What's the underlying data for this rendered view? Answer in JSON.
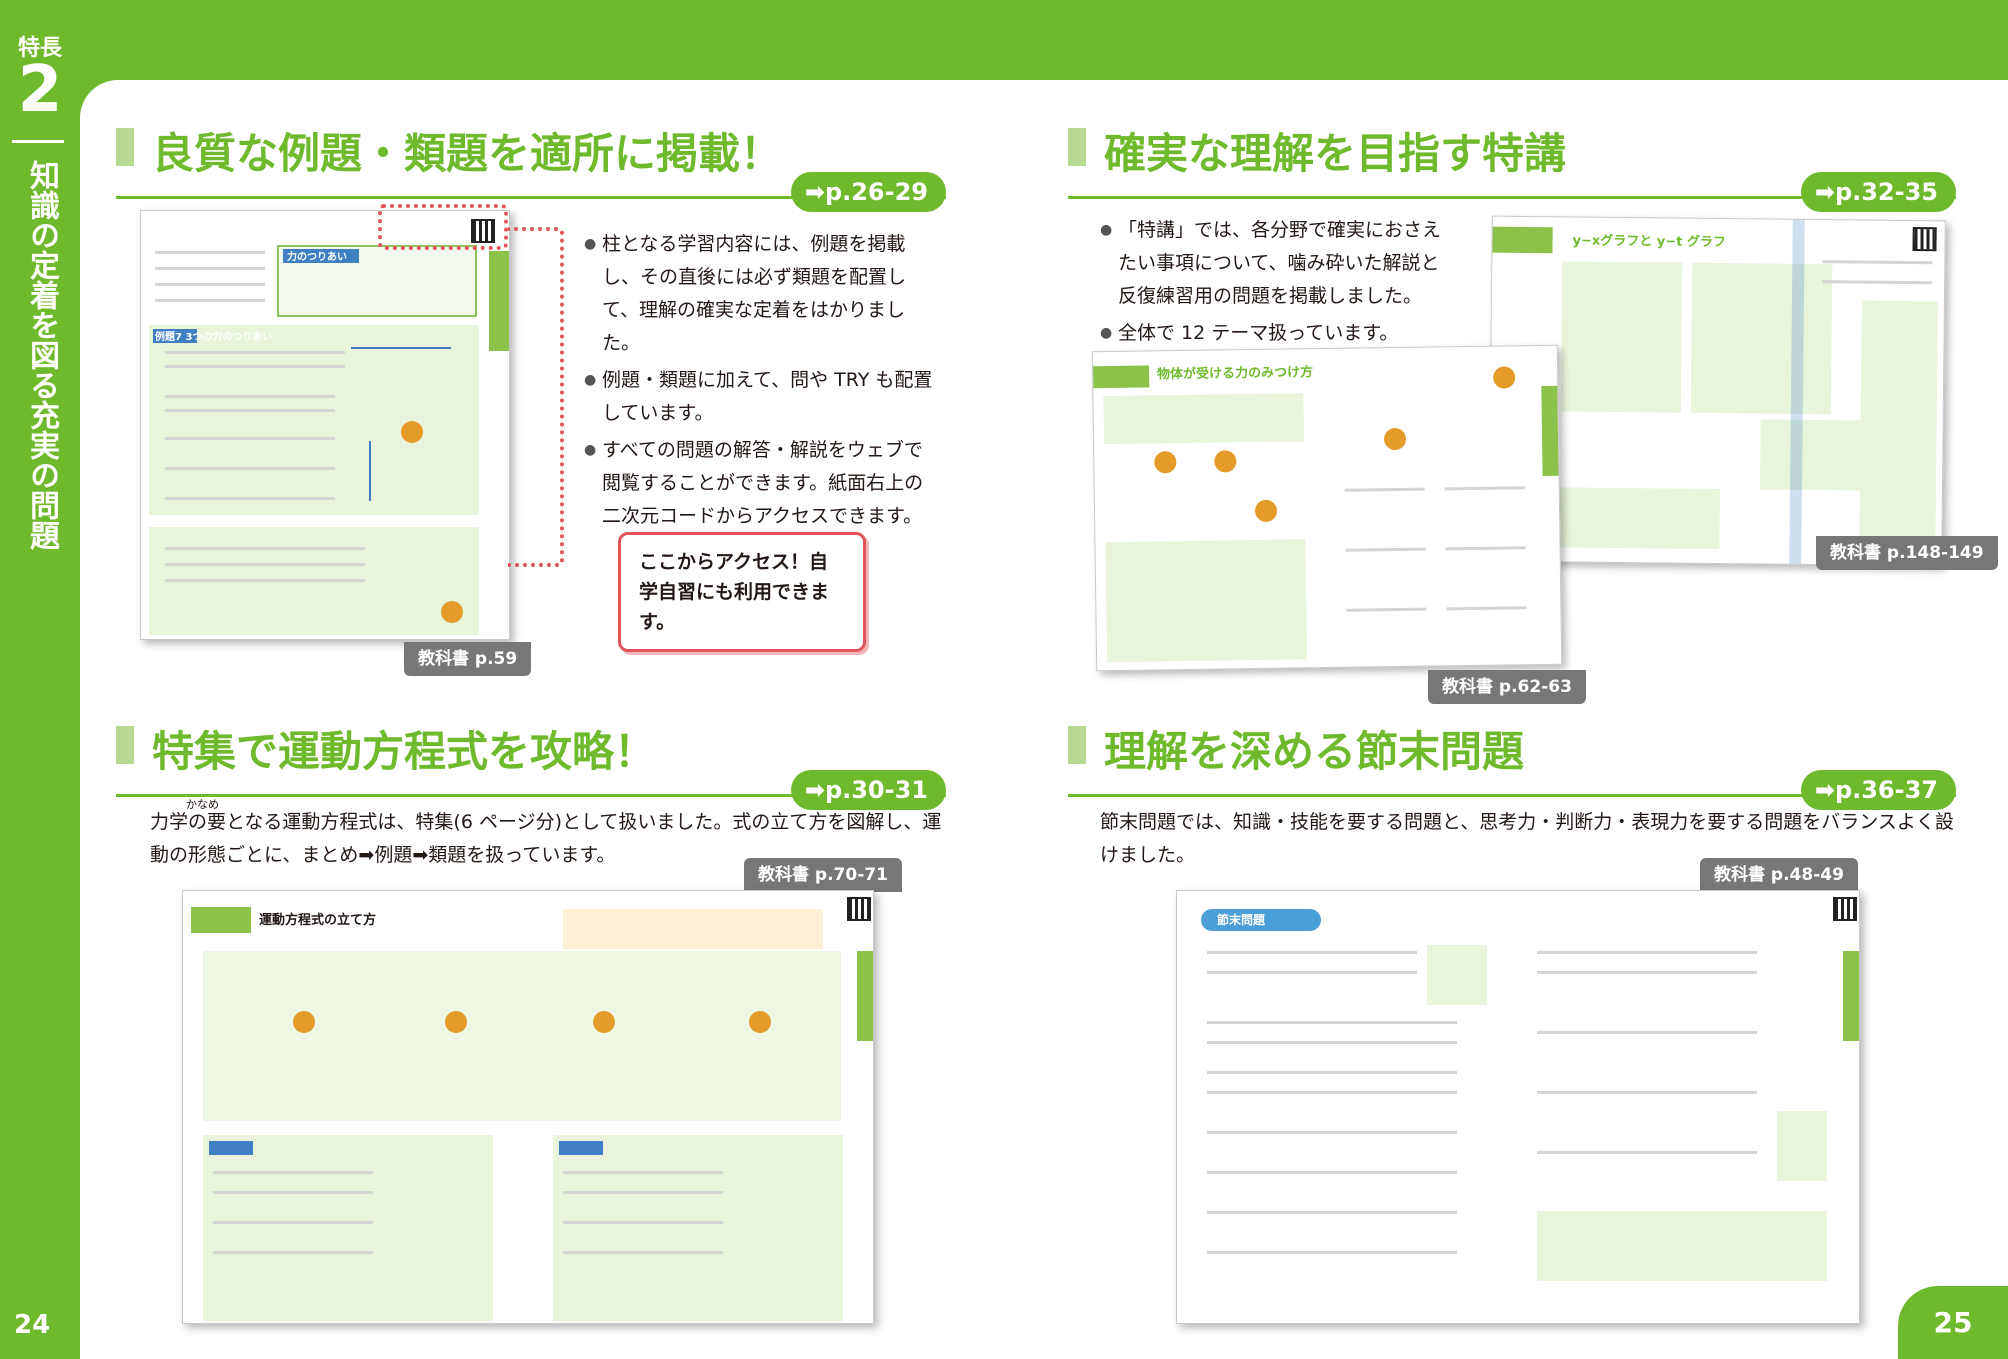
{
  "band": {
    "label": "特長",
    "number": "2",
    "title": "知識の定着を図る充実の問題"
  },
  "pages": {
    "left": "24",
    "right": "25"
  },
  "sections": [
    {
      "title": "良質な例題・類題を適所に掲載！",
      "ref": "➡p.26-29",
      "bullets": [
        "柱となる学習内容には、例題を掲載し、その直後には必ず類題を配置して、理解の確実な定着をはかりました。",
        "例題・類題に加えて、問や TRY も配置しています。",
        "すべての問題の解答・解説をウェブで閲覧することができます。紙面右上の二次元コードからアクセスできます。"
      ],
      "callout": "ここからアクセス！自学自習にも利用できます。",
      "page_tag": "教科書 p.59"
    },
    {
      "title": "確実な理解を目指す特講",
      "ref": "➡p.32-35",
      "bullets": [
        "「特講」では、各分野で確実におさえたい事項について、噛み砕いた解説と反復練習用の問題を掲載しました。",
        "全体で 12 テーマ扱っています。"
      ],
      "page_tag_a": "教科書 p.148-149",
      "page_tag_b": "教科書 p.62-63"
    },
    {
      "title": "特集で運動方程式を攻略！",
      "ref": "➡p.30-31",
      "ruby": "かなめ",
      "text": "力学の要となる運動方程式は、特集(6 ページ分)として扱いました。式の立て方を図解し、運動の形態ごとに、まとめ➡例題➡類題を扱っています。",
      "page_tag": "教科書 p.70-71"
    },
    {
      "title": "理解を深める節末問題",
      "ref": "➡p.36-37",
      "text": "節末問題では、知識・技能を要する問題と、思考力・判断力・表現力を要する問題をバランスよく設けました。",
      "page_tag": "教科書 p.48-49"
    }
  ],
  "thumbs": {
    "p59_heading": "力のつりあい",
    "p59_example": "例題7  3つの力のつりあい",
    "p62_heading": "物体が受ける力のみつけ方",
    "p148_heading": "y−xグラフと y−t グラフ",
    "p70_heading": "運動方程式の立て方",
    "p48_heading": "節末問題"
  },
  "colors": {
    "accent": "#6fba2c",
    "callout_border": "#e0545a",
    "tag_gray": "#777777"
  }
}
